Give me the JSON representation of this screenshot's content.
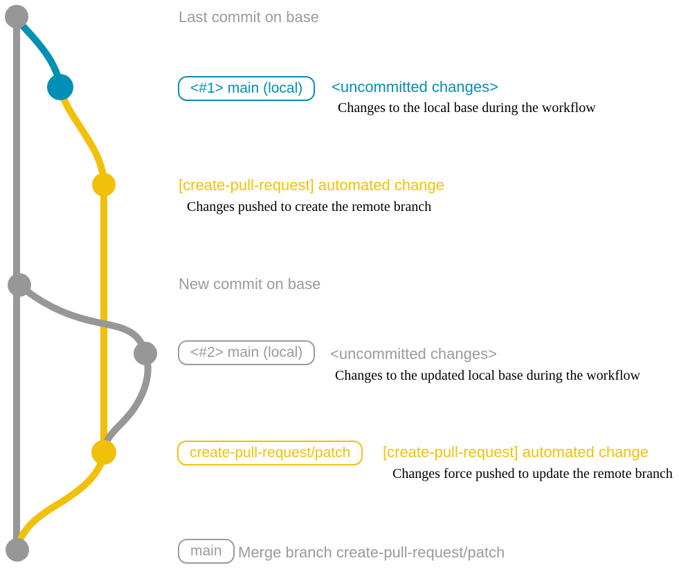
{
  "colors": {
    "gray": "#979797",
    "blue": "#008fb5",
    "yellow": "#f1c109",
    "text-gray": "#9b9b9b",
    "ink": "#000000",
    "background": "#ffffff"
  },
  "diagram": {
    "type": "git-branch-graph",
    "branches": [
      {
        "name": "base",
        "color": "#979797"
      },
      {
        "name": "main (local)",
        "colors": [
          "#008fb5",
          "#979797"
        ]
      },
      {
        "name": "create-pull-request/patch",
        "color": "#f1c109"
      }
    ],
    "commits": [
      {
        "id": 1,
        "branch": "base",
        "color": "gray",
        "label": "Last commit on base"
      },
      {
        "id": 2,
        "branch": "main (local)",
        "color": "blue",
        "label": "<#1> main (local) <uncommitted changes>"
      },
      {
        "id": 3,
        "branch": "create-pull-request/patch",
        "color": "yellow",
        "label": "[create-pull-request] automated change"
      },
      {
        "id": 4,
        "branch": "base",
        "color": "gray",
        "label": "New commit on base"
      },
      {
        "id": 5,
        "branch": "main (local)",
        "color": "gray",
        "label": "<#2> main (local) <uncommitted changes>"
      },
      {
        "id": 6,
        "branch": "create-pull-request/patch",
        "color": "yellow",
        "label": "create-pull-request/patch [create-pull-request] automated change"
      },
      {
        "id": 7,
        "branch": "base",
        "color": "gray",
        "label": "main — Merge branch create-pull-request/patch"
      }
    ]
  },
  "rows": {
    "last_commit": {
      "caption": "Last commit on base"
    },
    "uncommitted_1": {
      "badge": "<#1> main (local)",
      "title": "<uncommitted changes>",
      "desc": "Changes to the local base during the workflow"
    },
    "automated_1": {
      "title": "[create-pull-request] automated change",
      "desc": "Changes pushed to create the remote branch"
    },
    "new_commit": {
      "caption": "New commit on base"
    },
    "uncommitted_2": {
      "badge": "<#2> main (local)",
      "title": "<uncommitted changes>",
      "desc": "Changes to the updated local base during the workflow"
    },
    "automated_2": {
      "badge": "create-pull-request/patch",
      "title": "[create-pull-request] automated change",
      "desc": "Changes force pushed to update the remote branch"
    },
    "merge": {
      "badge": "main",
      "caption": "Merge branch create-pull-request/patch"
    }
  }
}
